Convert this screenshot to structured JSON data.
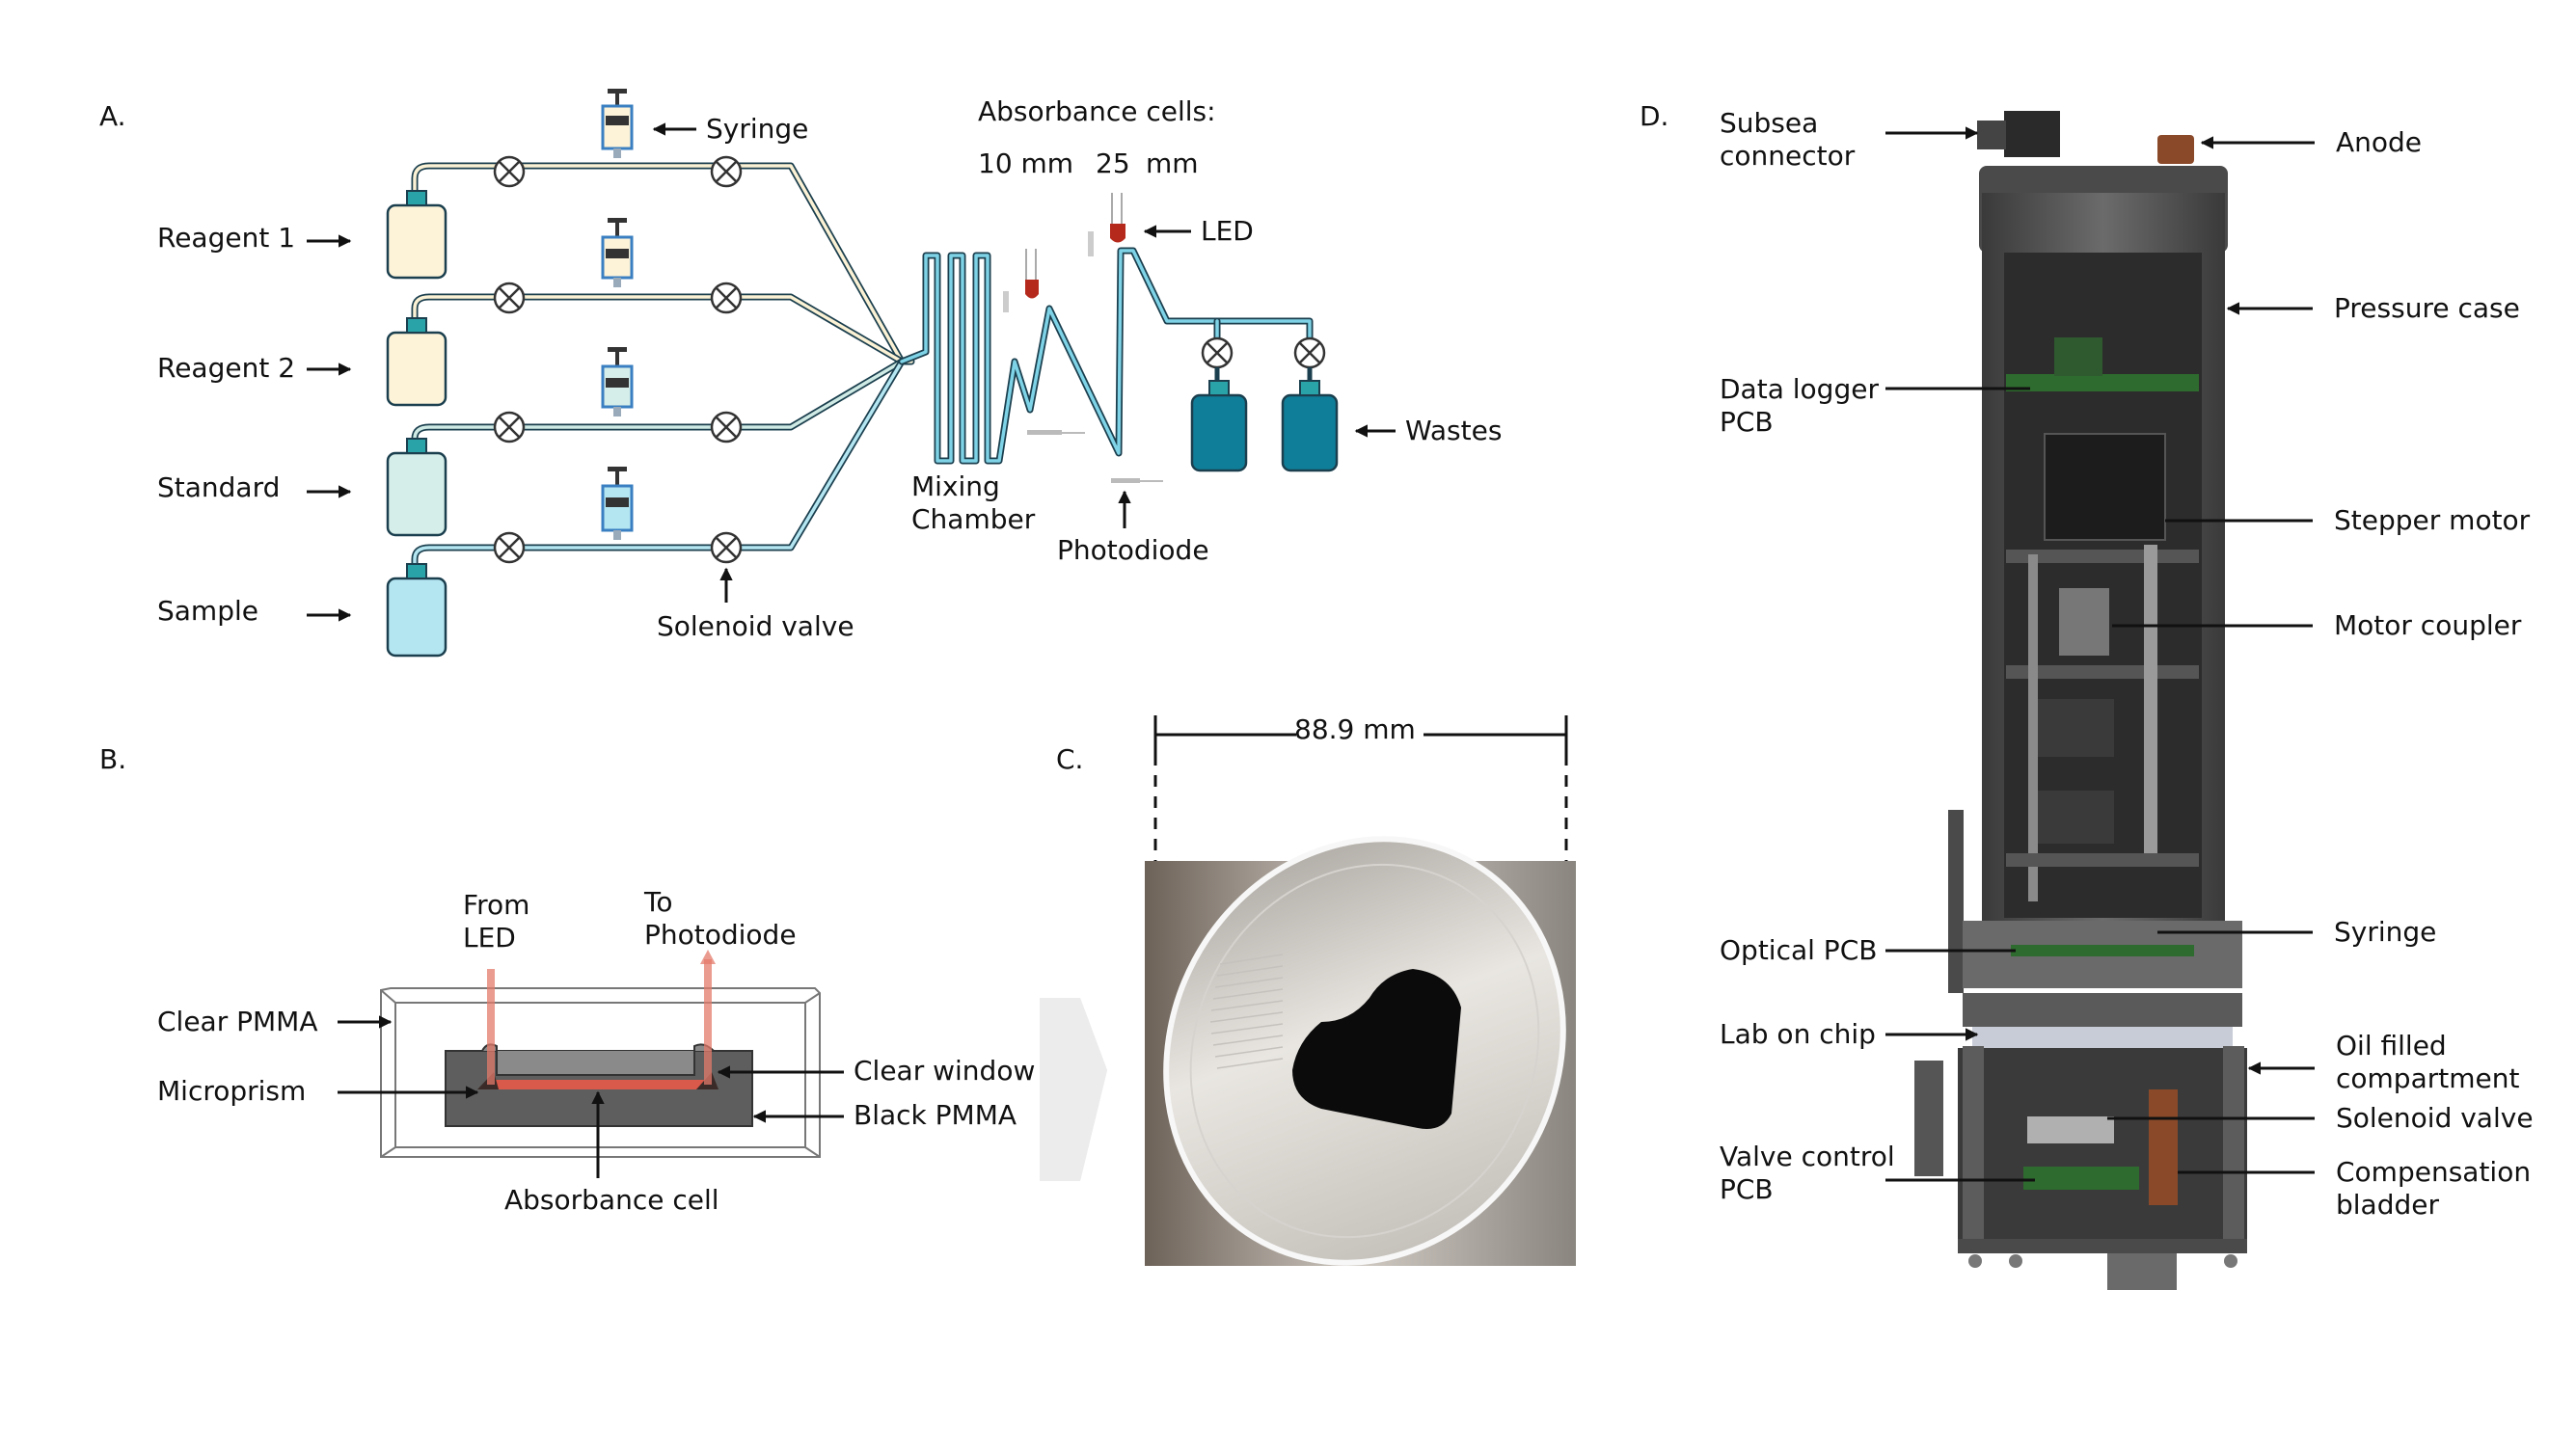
{
  "panels": {
    "a": "A.",
    "b": "B.",
    "c": "C.",
    "d": "D."
  },
  "panel_a": {
    "reservoirs": [
      {
        "label": "Reagent 1",
        "fill": "#fdf3d9"
      },
      {
        "label": "Reagent 2",
        "fill": "#fdf3d9"
      },
      {
        "label": "Standard",
        "fill": "#d6eee9"
      },
      {
        "label": "Sample",
        "fill": "#b4e6f2"
      }
    ],
    "syringe": "Syringe",
    "solenoid_valve": "Solenoid valve",
    "absorbance_cells": "Absorbance cells:",
    "cell_10": "10 mm",
    "cell_25": "25",
    "cell_25_unit": "mm",
    "led": "LED",
    "mixing_1": "Mixing",
    "mixing_2": "Chamber",
    "photodiode": "Photodiode",
    "wastes": "Wastes",
    "colors": {
      "tube_outline": "#1b3f4e",
      "cap": "#2aa3a8",
      "waste": "#0f7f99",
      "led": "#b5291c"
    }
  },
  "panel_b": {
    "from_1": "From",
    "from_2": "LED",
    "to_1": "To",
    "to_2": "Photodiode",
    "clear_pmma": "Clear PMMA",
    "microprism": "Microprism",
    "clear_window": "Clear window",
    "black_pmma": "Black PMMA",
    "absorbance_cell": "Absorbance cell"
  },
  "panel_c": {
    "dimension": "88.9 mm"
  },
  "panel_d": {
    "left": {
      "subsea_1": "Subsea",
      "subsea_2": "connector",
      "datalogger_1": "Data logger",
      "datalogger_2": "PCB",
      "optical_pcb": "Optical PCB",
      "lab_on_chip": "Lab on chip",
      "valvectl_1": "Valve control",
      "valvectl_2": "PCB"
    },
    "right": {
      "anode": "Anode",
      "pressure_case": "Pressure case",
      "stepper_motor": "Stepper motor",
      "motor_coupler": "Motor coupler",
      "syringe": "Syringe",
      "oil_1": "Oil filled",
      "oil_2": "compartment",
      "solenoid_valve": "Solenoid valve",
      "comp_1": "Compensation",
      "comp_2": "bladder"
    }
  }
}
